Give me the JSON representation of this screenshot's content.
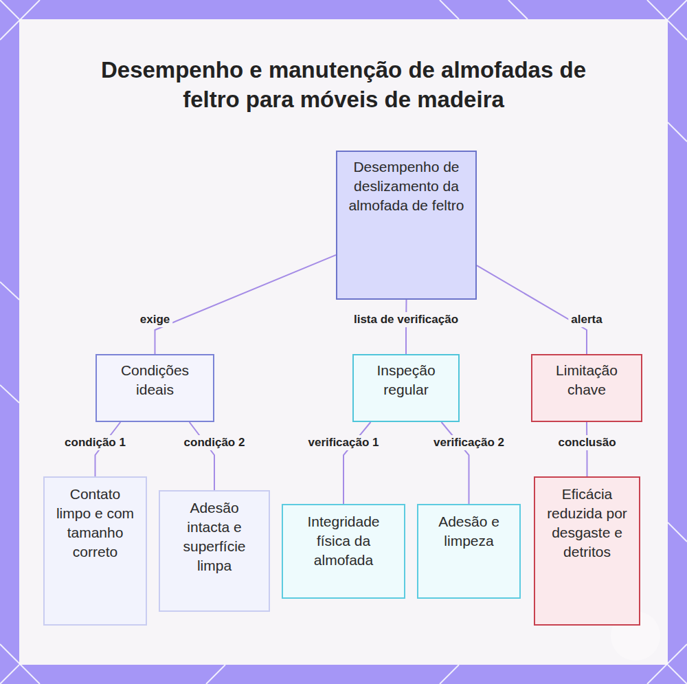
{
  "diagram": {
    "title": "Desempenho e manutenção de almofadas de feltro para móveis de madeira",
    "nodes": [
      {
        "text": [
          "Desempenho de deslizamento da almofada de feltro"
        ]
      },
      {
        "text": [
          "Condições ideais"
        ]
      },
      {
        "text": [
          "Inspeção regular"
        ]
      },
      {
        "text": [
          "Limitação chave"
        ]
      },
      {
        "text": [
          "Contato limpo e com tamanho correto"
        ]
      },
      {
        "text": [
          "Adesão intacta e superfície limpa"
        ]
      },
      {
        "text": [
          "Integridade física da almofada"
        ]
      },
      {
        "text": [
          "Adesão e limpeza"
        ]
      },
      {
        "text": [
          "Eficácia reduzida por desgaste e detritos"
        ]
      }
    ],
    "edges": [
      {
        "from": 0,
        "to": 1,
        "label": "exige",
        "arrow": "none"
      },
      {
        "from": 0,
        "to": 2,
        "label": "lista de verificação",
        "arrow": "none"
      },
      {
        "from": 0,
        "to": 3,
        "label": "alerta",
        "arrow": "none"
      },
      {
        "from": 1,
        "to": 4,
        "label": "condição 1",
        "arrow": "none"
      },
      {
        "from": 1,
        "to": 5,
        "label": "condição 2",
        "arrow": "none"
      },
      {
        "from": 2,
        "to": 6,
        "label": "verificação 1",
        "arrow": "none"
      },
      {
        "from": 2,
        "to": 7,
        "label": "verificação 2",
        "arrow": "none"
      },
      {
        "from": 3,
        "to": 8,
        "label": "conclusão",
        "arrow": "none"
      }
    ]
  }
}
